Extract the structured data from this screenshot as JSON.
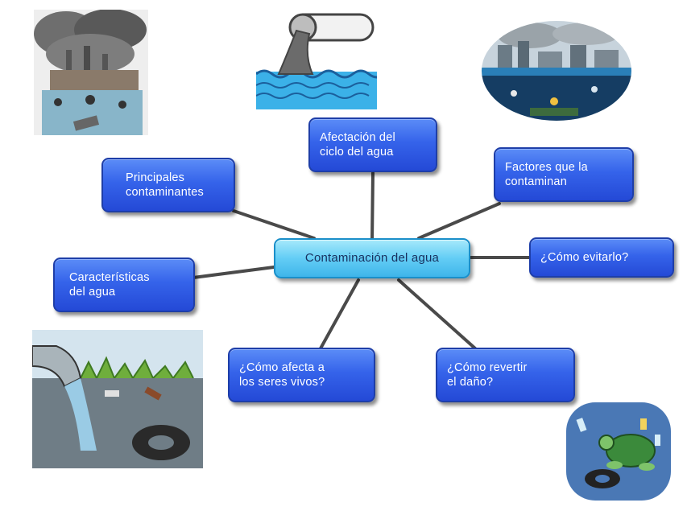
{
  "center": "Contaminación del agua",
  "nodes": {
    "afectacion": "Afectación del\nciclo del agua",
    "factores": "Factores que la\ncontaminan",
    "principales": "Principales\ncontaminantes",
    "evitar": "¿Cómo evitarlo?",
    "caracteristicas": "Características\ndel agua",
    "afecta": "¿Cómo afecta a\nlos seres vivos?",
    "revertir": "¿Cómo revertir\nel daño?"
  },
  "illustrations": [
    "factory-pollution-illustration",
    "pipe-discharge-icon",
    "polluted-city-sea-illustration",
    "drain-pipe-trash-illustration",
    "turtle-plastic-illustration"
  ],
  "colors": {
    "node": "#3563ea",
    "center": "#63cdf5",
    "connector": "#4a4a4a"
  }
}
